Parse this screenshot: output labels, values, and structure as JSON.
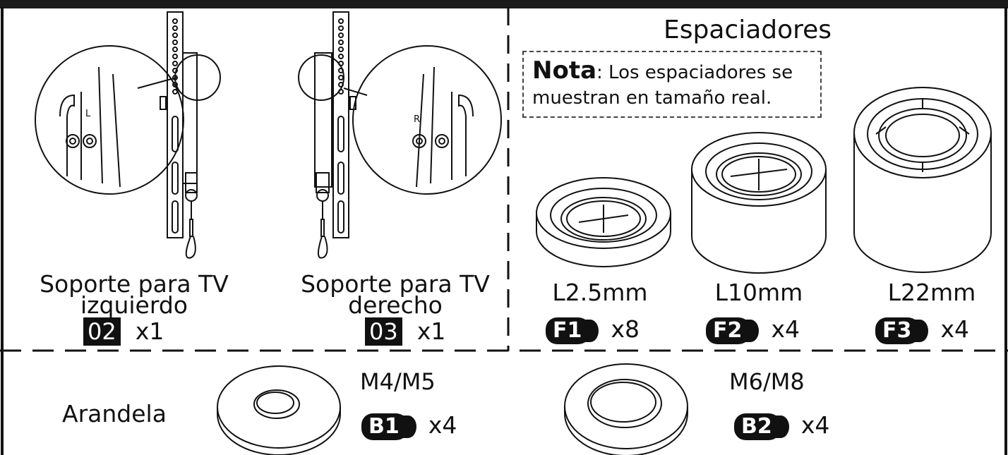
{
  "left_top": {
    "left_bracket": {
      "name_line1": "Soporte para TV",
      "name_line2": "izquierdo",
      "code": "02",
      "qty": "x1",
      "side_letter": "L"
    },
    "right_bracket": {
      "name_line1": "Soporte para TV",
      "name_line2": "derecho",
      "code": "03",
      "qty": "x1",
      "side_letter": "R"
    }
  },
  "spacers": {
    "title": "Espaciadores",
    "note_title": "Nota",
    "note_text_line1": ": Los espaciadores se",
    "note_text_line2": "muestran en tamaño real.",
    "items": [
      {
        "length": "L2.5mm",
        "code": "F1",
        "qty": "x8"
      },
      {
        "length": "L10mm",
        "code": "F2",
        "qty": "x4"
      },
      {
        "length": "L22mm",
        "code": "F3",
        "qty": "x4"
      }
    ]
  },
  "washers": {
    "label": "Arandela",
    "items": [
      {
        "size": "M4/M5",
        "code": "B1",
        "qty": "x4"
      },
      {
        "size": "M6/M8",
        "code": "B2",
        "qty": "x4"
      }
    ]
  }
}
